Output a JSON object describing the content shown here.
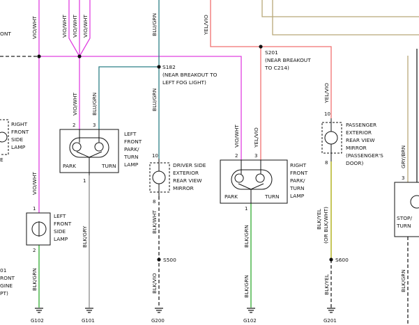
{
  "colors": {
    "violet_white": "#e040e0",
    "blue_green": "#2c7f86",
    "yellow_violet": "#f07070",
    "black_green": "#2faa2f",
    "black_gray": "#8a8a8a",
    "black_violet": "#333333",
    "black_white": "#333333",
    "black_yellow": "#a8a800",
    "black": "#222222",
    "tan": "#b8a878"
  },
  "wire_labels": {
    "vio_wht_a": "VIO/WHT",
    "vio_wht_b": "VIO/WHT",
    "vio_wht_c": "VIO/WHT",
    "vio_wht_d": "VIO/WHT",
    "blu_grn_top": "BLU/GRN",
    "yel_vio_top": "YEL/VIO",
    "vio_wht_lfp": "VIO/WHT",
    "blu_grn_lfp": "BLU/GRN",
    "blu_grn_mid": "BLU/GRN",
    "vio_wht_rfp": "VIO/WHT",
    "yel_vio_rfp": "YEL/VIO",
    "yel_vio_pass": "YEL/VIO",
    "gry_brn": "GRY/BRN",
    "vio_wht_lfs": "VIO/WHT",
    "blk_gry": "BLK/GRY",
    "blk_wht": "BLK/WHT",
    "blk_vio": "BLK/VIO",
    "blk_grn_rfp": "BLK/GRN",
    "blk_grn_rfp2": "BLK/GRN",
    "blk_yel": "BLK/YEL",
    "blk_yel_alt": "(OR BLK/WHT)",
    "blk_yel_2": "BLK/YEL",
    "blk_grn_lfs": "BLK/GRN",
    "blk_grn_far": "BLK/GRN"
  },
  "splices": {
    "s182": "S182",
    "s182_note1": "(NEAR BREAKOUT TO",
    "s182_note2": "LEFT FOG LIGHT)",
    "s201": "S201",
    "s201_note1": "(NEAR BREAKOUT",
    "s201_note2": "TO C214)",
    "s500": "S500",
    "s600": "S600"
  },
  "components": {
    "right_front_side": [
      "RIGHT",
      "FRONT",
      "SIDE",
      "LAMP"
    ],
    "left_front_park": [
      "LEFT",
      "FRONT",
      "PARK/",
      "TURN",
      "LAMP"
    ],
    "left_front_park_park": "PARK",
    "left_front_park_turn": "TURN",
    "driver_mirror": [
      "DRIVER SIDE",
      "EXTERIOR",
      "REAR VIEW",
      "MIRROR"
    ],
    "right_front_park": [
      "RIGHT",
      "FRONT",
      "PARK/",
      "TURN",
      "LAMP"
    ],
    "right_front_park_park": "PARK",
    "right_front_park_turn": "TURN",
    "passenger_mirror": [
      "PASSENGER",
      "EXTERIOR",
      "REAR VIEW",
      "MIRROR",
      "(PASSENGER'S",
      "DOOR)"
    ],
    "left_front_side": [
      "LEFT",
      "FRONT",
      "SIDE",
      "LAMP"
    ],
    "stop_turn": [
      "STOP/",
      "TURN"
    ],
    "left_edge_top": "ONT",
    "left_edge_bottom": [
      "01",
      "RONT",
      "GINE",
      "PT)"
    ],
    "left_edge_e": "E"
  },
  "pins": {
    "lfp_2": "2",
    "lfp_3": "3",
    "lfp_1": "1",
    "dm_10": "10",
    "dm_8": "8",
    "rfp_2": "2",
    "rfp_3": "3",
    "rfp_1": "1",
    "pm_10": "10",
    "pm_8": "8",
    "lfs_1": "1",
    "lfs_2": "2",
    "st_3": "3"
  },
  "grounds": {
    "g102_a": "G102",
    "g101": "G101",
    "g200": "G200",
    "g102_b": "G102",
    "g201": "G201"
  }
}
